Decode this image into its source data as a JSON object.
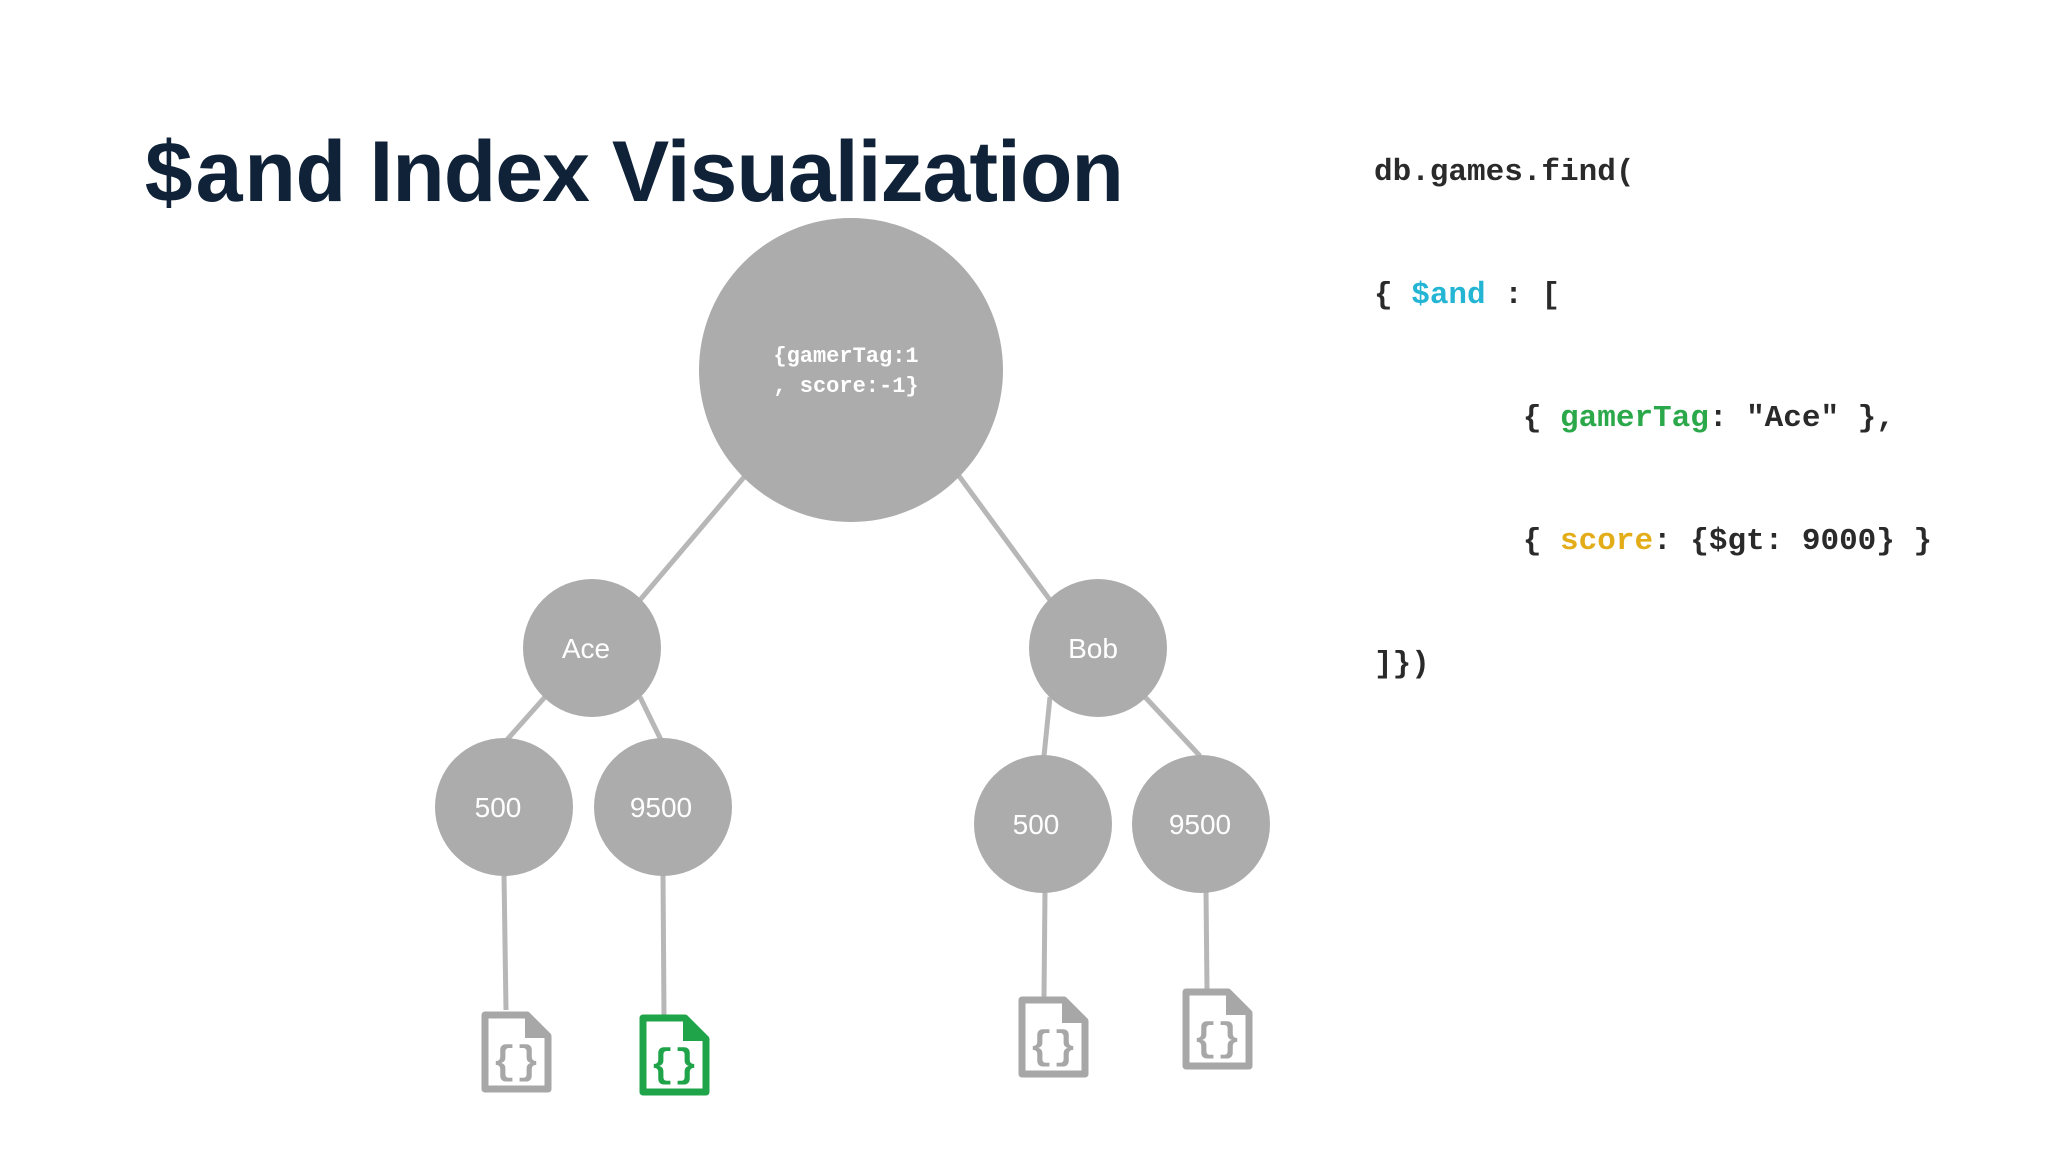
{
  "title": {
    "code_part": "$and",
    "rest": "Index Visualization"
  },
  "query": {
    "line1": "db.games.find(",
    "line2_open": "{ ",
    "line2_op": "$and",
    "line2_rest": " : [",
    "line3_indent": "        { ",
    "line3_field": "gamerTag",
    "line3_rest": ": \"Ace\" },",
    "line4_indent": "        { ",
    "line4_field": "score",
    "line4_rest": ": {$gt: 9000} }",
    "line5": "]})"
  },
  "tree": {
    "root": {
      "line1": "{gamerTag:1",
      "line2": ", score:-1}"
    },
    "level1": [
      "Ace",
      "Bob"
    ],
    "level2": {
      "ace": [
        "500",
        "9500"
      ],
      "bob": [
        "500",
        "9500"
      ]
    },
    "documents": [
      {
        "match": false,
        "icon": "json-document-icon"
      },
      {
        "match": true,
        "icon": "json-document-icon"
      },
      {
        "match": false,
        "icon": "json-document-icon"
      },
      {
        "match": false,
        "icon": "json-document-icon"
      }
    ]
  },
  "colors": {
    "node_fill": "#acacad",
    "edge": "#b7b7b7",
    "doc_default": "#a7a7a8",
    "doc_match": "#1fa44a",
    "title": "#0f2238",
    "and_operator": "#23b5d3",
    "gamertag_field": "#2aa84a",
    "score_field": "#e3ad1a"
  }
}
